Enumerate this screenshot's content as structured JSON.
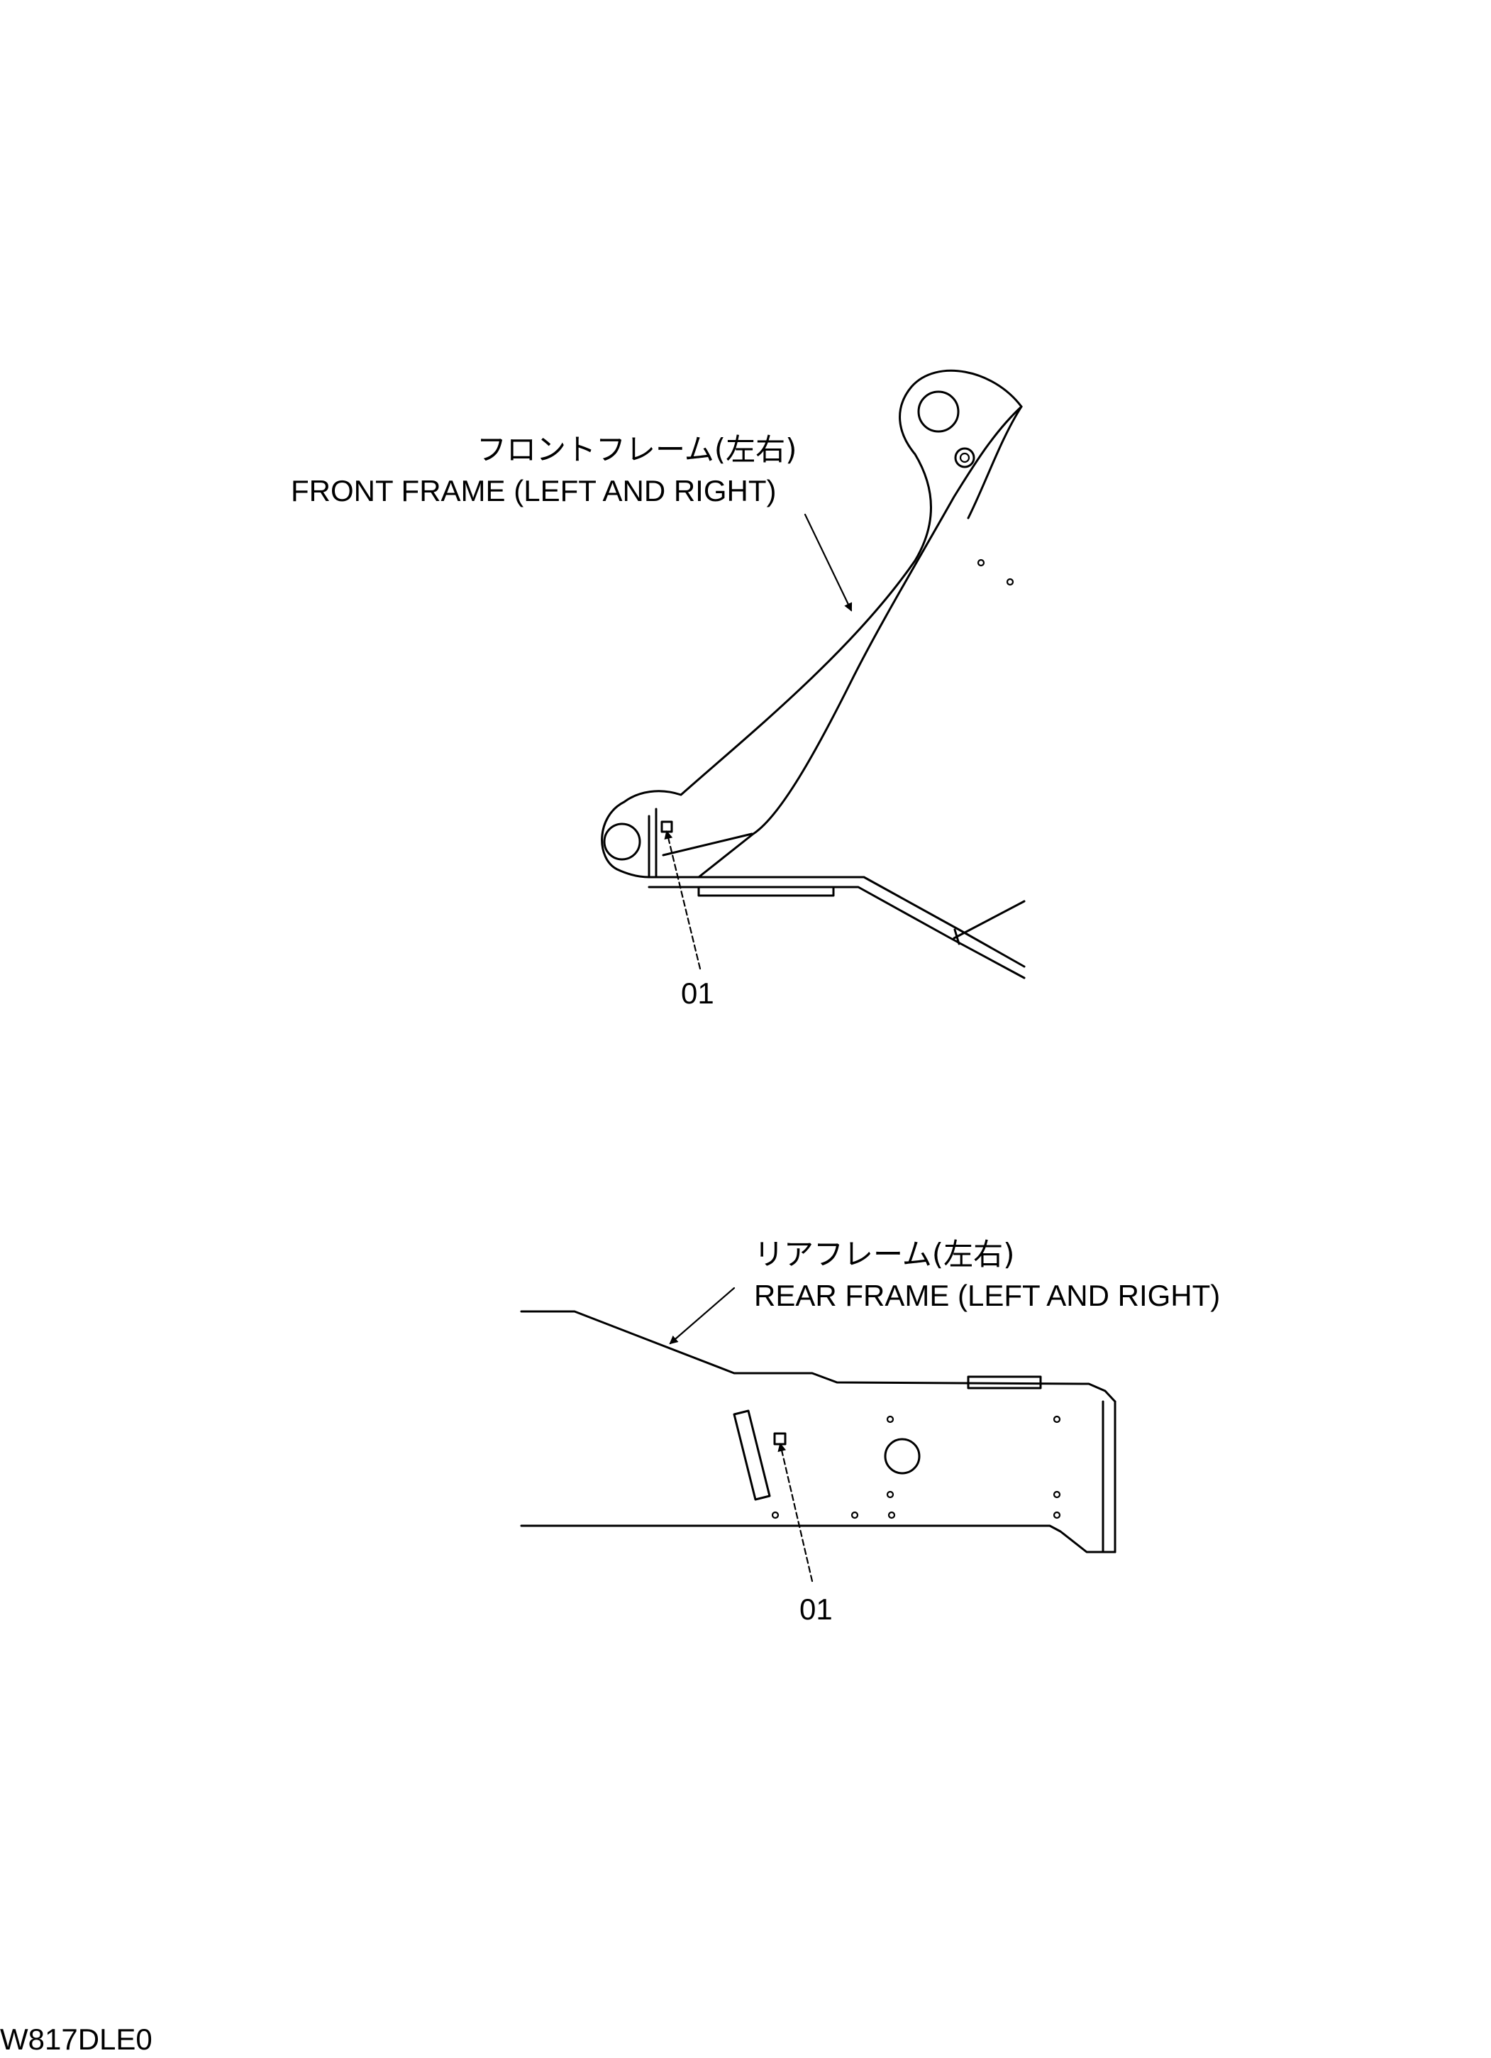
{
  "front_frame": {
    "label_jp": "フロントフレーム(左右)",
    "label_en": "FRONT FRAME (LEFT AND RIGHT)",
    "callout": "01"
  },
  "rear_frame": {
    "label_jp": "リアフレーム(左右)",
    "label_en": "REAR FRAME (LEFT AND RIGHT)",
    "callout": "01"
  },
  "drawing_code": "W817DLE0"
}
